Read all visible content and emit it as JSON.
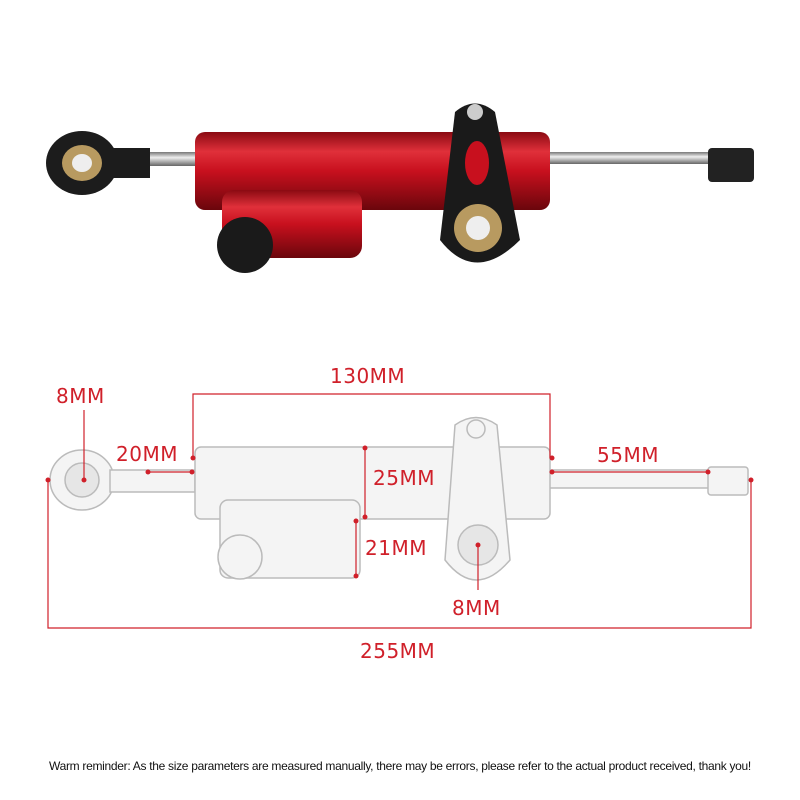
{
  "product_photo": {
    "body_color": "#c8101e",
    "bracket_color": "#1a1a1a"
  },
  "dimensions": {
    "left_eye_bore": "8MM",
    "body_length": "130MM",
    "rod_left": "20MM",
    "body_diameter": "25MM",
    "rod_right": "55MM",
    "reservoir_height": "21MM",
    "bracket_bore": "8MM",
    "total_length": "255MM",
    "line_color": "#d0202a"
  },
  "footer": {
    "reminder": "Warm reminder: As the size parameters are measured manually, there may be errors, please refer to the actual product received, thank you!"
  }
}
